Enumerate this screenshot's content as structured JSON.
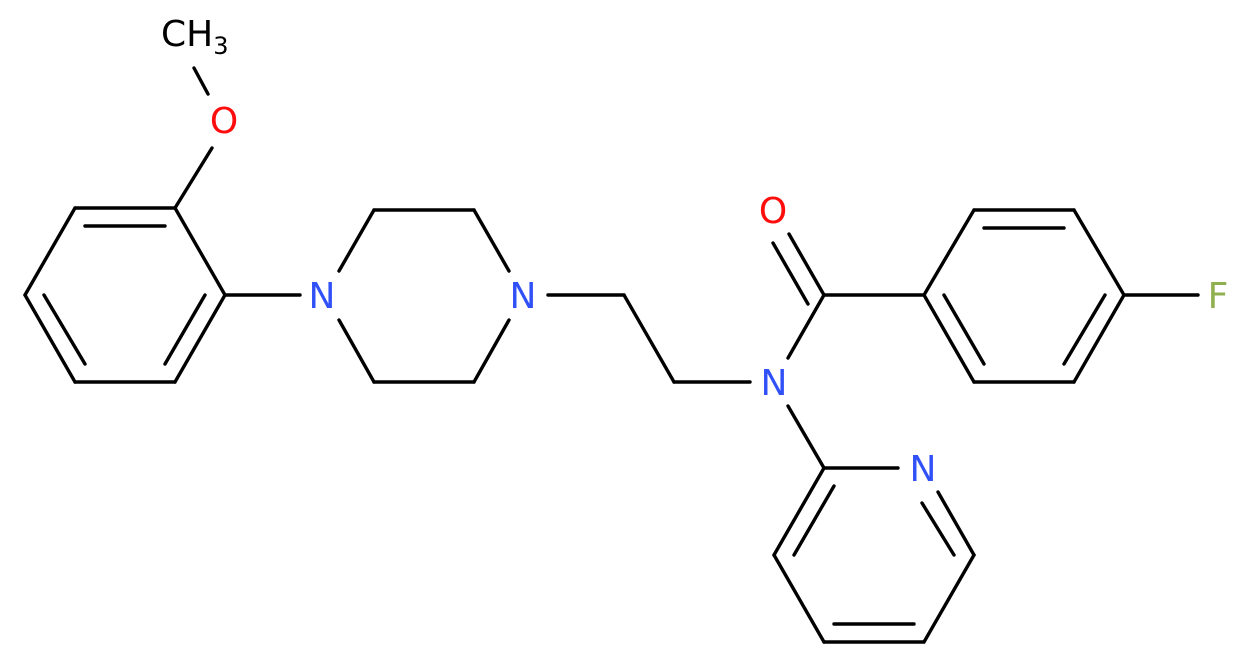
{
  "atoms": {
    "ch3": {
      "symbol": "CH",
      "subscript": "3"
    },
    "o_methoxy": {
      "symbol": "O"
    },
    "n_pip_left": {
      "symbol": "N"
    },
    "n_pip_right": {
      "symbol": "N"
    },
    "o_carbonyl": {
      "symbol": "O"
    },
    "f": {
      "symbol": "F"
    },
    "n_amide": {
      "symbol": "N"
    },
    "n_pyridine": {
      "symbol": "N"
    }
  },
  "colors": {
    "bond": "#000000",
    "carbon": "#000000",
    "nitrogen": "#3050F8",
    "oxygen": "#FF0D0D",
    "fluorine": "#90B050"
  }
}
